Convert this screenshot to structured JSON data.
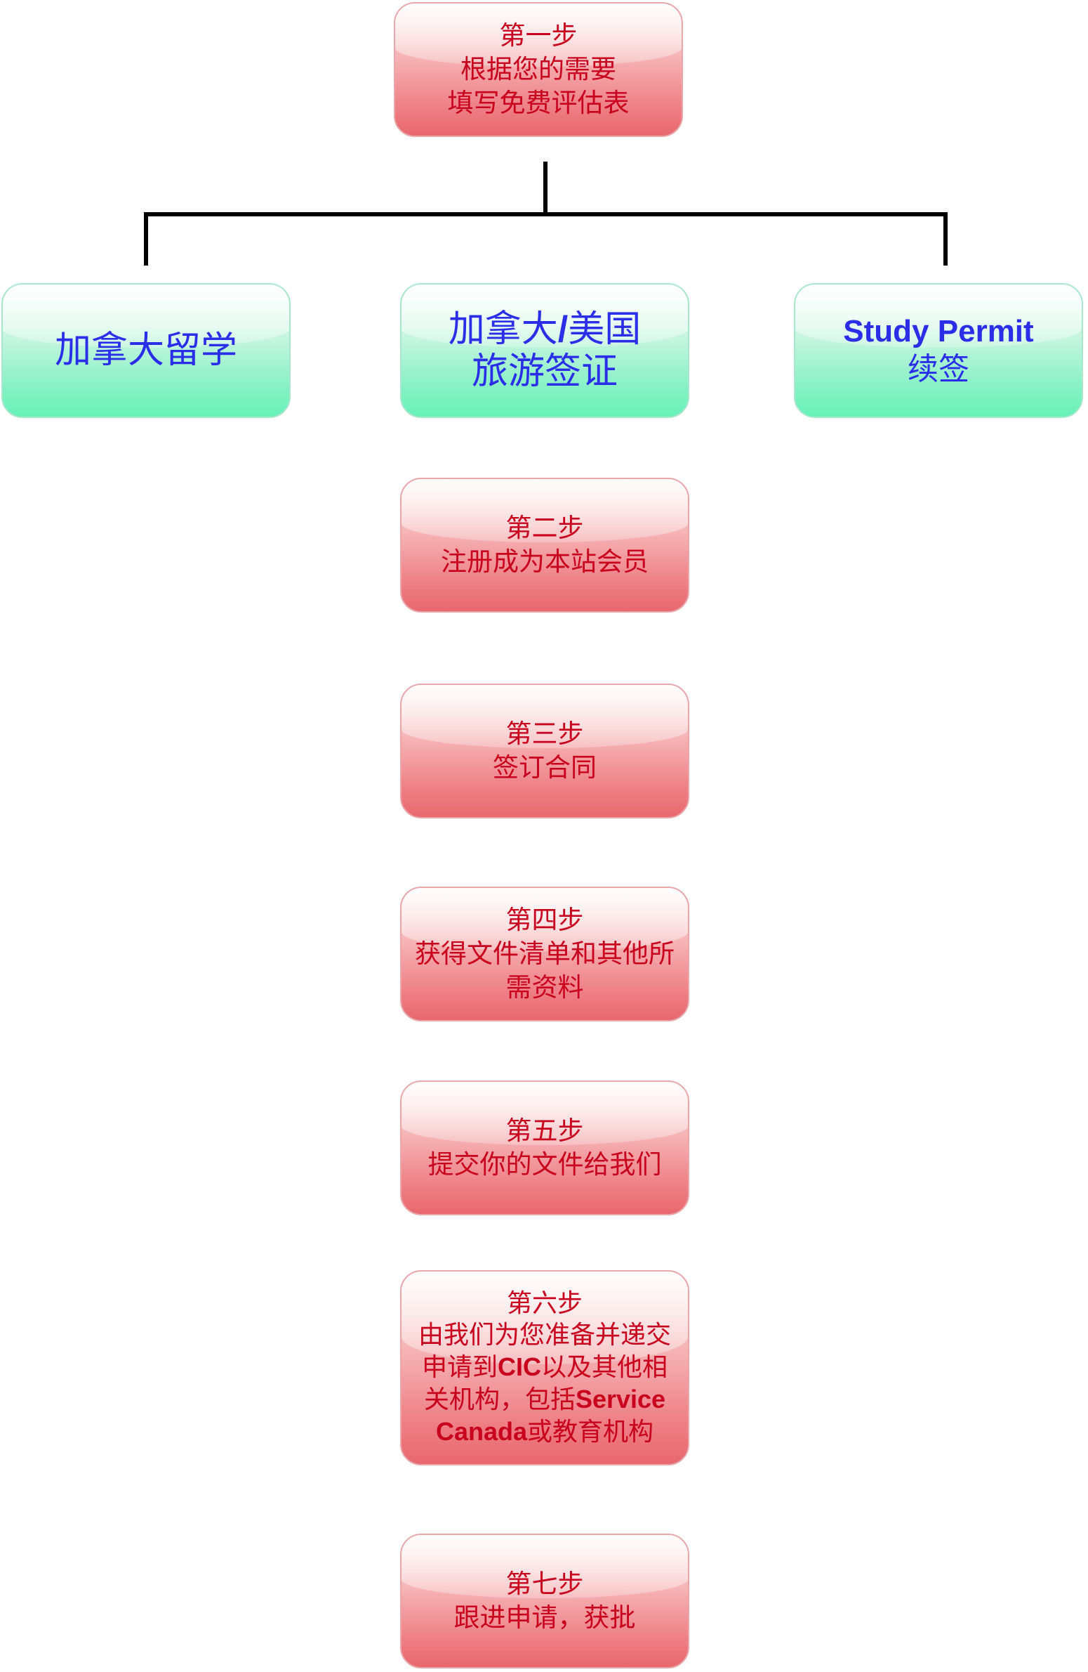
{
  "steps": {
    "step1": {
      "title": "第一步",
      "line2": "根据您的需要",
      "line3": "填写免费评估表"
    },
    "step2": {
      "title": "第二步",
      "line2": "注册成为本站会员"
    },
    "step3": {
      "title": "第三步",
      "line2": "签订合同"
    },
    "step4": {
      "title": "第四步",
      "line2": "获得文件清单和其他所",
      "line3": "需资料"
    },
    "step5": {
      "title": "第五步",
      "line2": "提交你的文件给我们"
    },
    "step6": {
      "title": "第六步",
      "line2": "由我们为您准备并递交",
      "line3_a": "申请到",
      "line3_b": "CIC",
      "line3_c": "以及其他相",
      "line4_a": "关机构，包括",
      "line4_b": "Service",
      "line5_a": "Canada",
      "line5_b": "或教育机构"
    },
    "step7": {
      "title": "第七步",
      "line2": "跟进申请，获批"
    }
  },
  "options": {
    "study": {
      "label": "加拿大留学"
    },
    "visa": {
      "line1_a": "加拿大",
      "line1_b": "/",
      "line1_c": "美国",
      "line2": "旅游签证"
    },
    "permit": {
      "line1": "Study Permit",
      "line2": "续签"
    }
  },
  "colors": {
    "step_text": "#c8001d",
    "option_text": "#2a2ee8",
    "connector": "#000000"
  }
}
